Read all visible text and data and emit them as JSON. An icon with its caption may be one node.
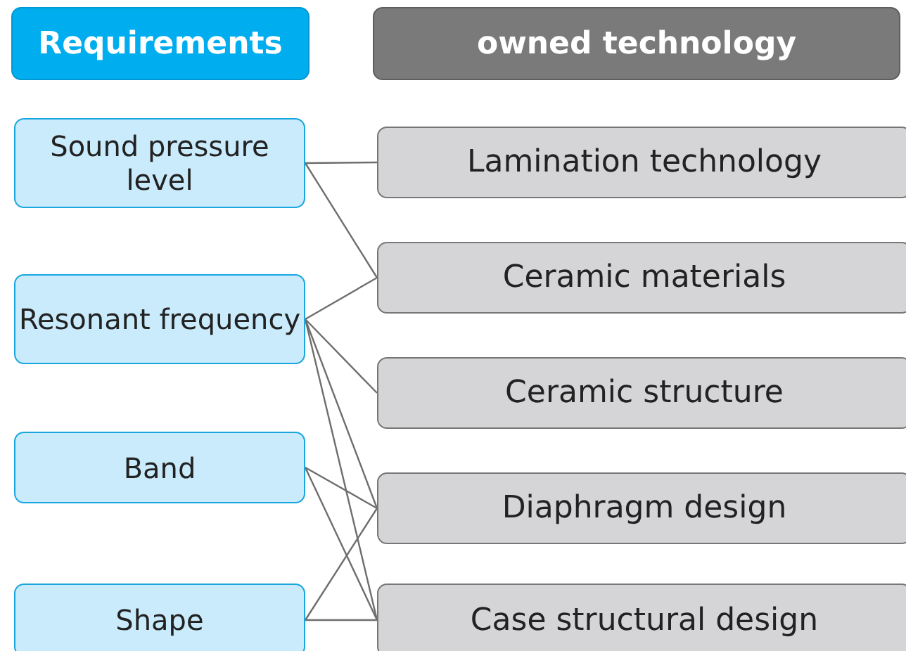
{
  "diagram": {
    "nodes": [
      {
        "text": [
          "Requirements"
        ]
      },
      {
        "text": [
          "owned technology"
        ]
      },
      {
        "text": [
          "Sound pressure level"
        ]
      },
      {
        "text": [
          "Resonant frequency"
        ]
      },
      {
        "text": [
          "Band"
        ]
      },
      {
        "text": [
          "Shape"
        ]
      },
      {
        "text": [
          "Lamination technology"
        ]
      },
      {
        "text": [
          "Ceramic materials"
        ]
      },
      {
        "text": [
          "Ceramic structure"
        ]
      },
      {
        "text": [
          "Diaphragm design"
        ]
      },
      {
        "text": [
          "Case structural design"
        ]
      }
    ],
    "edges": [
      {
        "from": 2,
        "to": 6,
        "arrow": "none"
      },
      {
        "from": 2,
        "to": 7,
        "arrow": "none"
      },
      {
        "from": 3,
        "to": 7,
        "arrow": "none"
      },
      {
        "from": 3,
        "to": 8,
        "arrow": "none"
      },
      {
        "from": 3,
        "to": 9,
        "arrow": "none"
      },
      {
        "from": 3,
        "to": 10,
        "arrow": "none"
      },
      {
        "from": 4,
        "to": 9,
        "arrow": "none"
      },
      {
        "from": 4,
        "to": 10,
        "arrow": "none"
      },
      {
        "from": 5,
        "to": 9,
        "arrow": "none"
      },
      {
        "from": 5,
        "to": 10,
        "arrow": "none"
      }
    ]
  }
}
